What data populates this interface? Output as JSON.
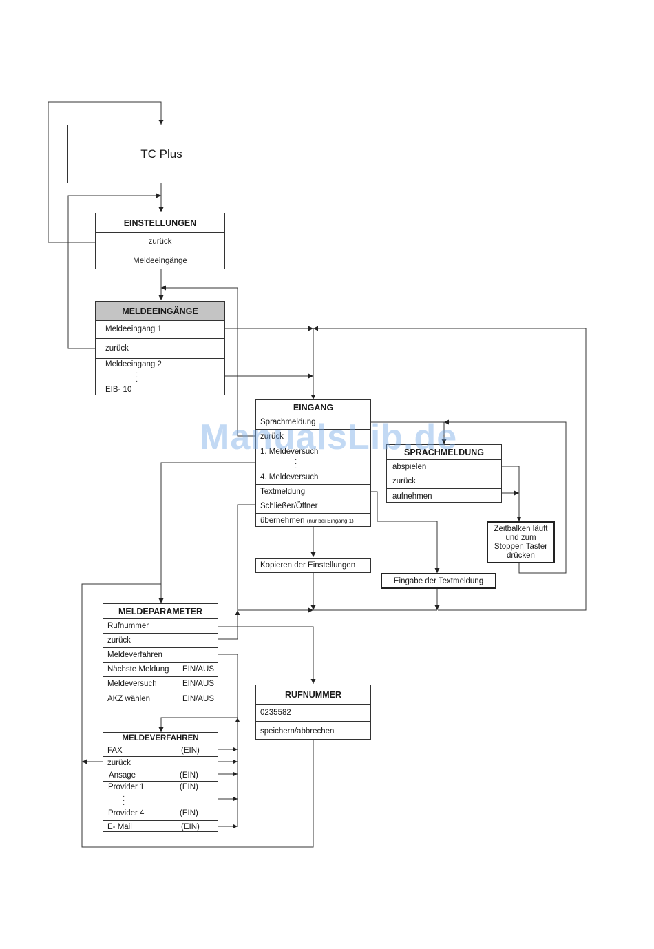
{
  "tc_plus": "TC Plus",
  "einstellungen": {
    "title": "EINSTELLUNGEN",
    "items": [
      "zurück",
      "Meldeeingänge"
    ]
  },
  "meldeeingaenge": {
    "title": "MELDEEINGÄNGE",
    "items": [
      "Meldeeingang 1",
      "zurück",
      "Meldeeingang 2",
      "EIB- 10"
    ]
  },
  "eingang": {
    "title": "EINGANG",
    "items": [
      "Sprachmeldung",
      "zurück",
      "1. Meldeversuch",
      "4. Meldeversuch",
      "Textmeldung",
      "Schließer/Öffner",
      "übernehmen"
    ],
    "uebernehmen_note": "(nur bei Eingang 1)"
  },
  "sprachmeldung": {
    "title": "SPRACHMELDUNG",
    "items": [
      "abspielen",
      "zurück",
      "aufnehmen"
    ]
  },
  "zeitbalken": "Zeitbalken läuft und zum Stoppen Taster drücken",
  "kopieren": "Kopieren der Einstellungen",
  "textmeldung_eingabe": "Eingabe der Textmeldung",
  "meldeparameter": {
    "title": "MELDEPARAMETER",
    "items": [
      {
        "label": "Rufnummer",
        "value": ""
      },
      {
        "label": "zurück",
        "value": ""
      },
      {
        "label": "Meldeverfahren",
        "value": ""
      },
      {
        "label": "Nächste Meldung",
        "value": "EIN/AUS"
      },
      {
        "label": "Meldeversuch",
        "value": "EIN/AUS"
      },
      {
        "label": "AKZ wählen",
        "value": "EIN/AUS"
      }
    ]
  },
  "rufnummer": {
    "title": "RUFNUMMER",
    "items": [
      "0235582",
      "speichern/abbrechen"
    ]
  },
  "meldeverfahren": {
    "title": "MELDEVERFAHREN",
    "items": [
      {
        "label": "FAX",
        "value": "(EIN)"
      },
      {
        "label": "zurück",
        "value": ""
      },
      {
        "label": "Ansage",
        "value": "(EIN)"
      },
      {
        "label": "Provider 1",
        "value": "(EIN)"
      },
      {
        "label": "Provider 4",
        "value": "(EIN)"
      },
      {
        "label": "E- Mail",
        "value": "(EIN)"
      }
    ]
  },
  "watermark": "ManualsLib.de"
}
